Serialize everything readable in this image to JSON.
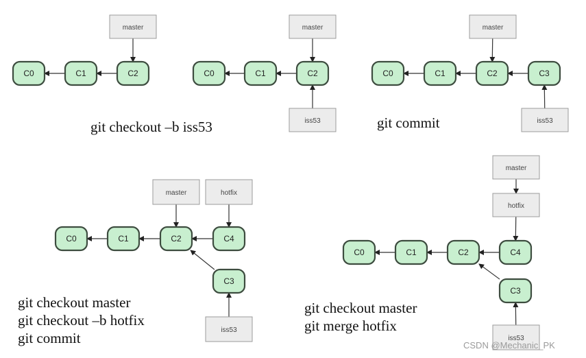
{
  "panels": [
    {
      "commits": [
        {
          "id": "c0",
          "label": "C0"
        },
        {
          "id": "c1",
          "label": "C1"
        },
        {
          "id": "c2",
          "label": "C2"
        }
      ],
      "refs": [
        {
          "id": "master",
          "label": "master"
        }
      ],
      "caption": [
        "git  checkout –b iss53"
      ]
    },
    {
      "commits": [
        {
          "id": "c0",
          "label": "C0"
        },
        {
          "id": "c1",
          "label": "C1"
        },
        {
          "id": "c2",
          "label": "C2"
        }
      ],
      "refs": [
        {
          "id": "master",
          "label": "master"
        },
        {
          "id": "iss53",
          "label": "iss53"
        }
      ],
      "caption": []
    },
    {
      "commits": [
        {
          "id": "c0",
          "label": "C0"
        },
        {
          "id": "c1",
          "label": "C1"
        },
        {
          "id": "c2",
          "label": "C2"
        },
        {
          "id": "c3",
          "label": "C3"
        }
      ],
      "refs": [
        {
          "id": "master",
          "label": "master"
        },
        {
          "id": "iss53",
          "label": "iss53"
        }
      ],
      "caption": [
        "git  commit"
      ]
    },
    {
      "commits": [
        {
          "id": "c0",
          "label": "C0"
        },
        {
          "id": "c1",
          "label": "C1"
        },
        {
          "id": "c2",
          "label": "C2"
        },
        {
          "id": "c4",
          "label": "C4"
        },
        {
          "id": "c3",
          "label": "C3"
        }
      ],
      "refs": [
        {
          "id": "master",
          "label": "master"
        },
        {
          "id": "hotfix",
          "label": "hotfix"
        },
        {
          "id": "iss53",
          "label": "iss53"
        }
      ],
      "caption": [
        "git checkout master",
        "git checkout –b hotfix",
        "git commit"
      ]
    },
    {
      "commits": [
        {
          "id": "c0",
          "label": "C0"
        },
        {
          "id": "c1",
          "label": "C1"
        },
        {
          "id": "c2",
          "label": "C2"
        },
        {
          "id": "c4",
          "label": "C4"
        },
        {
          "id": "c3",
          "label": "C3"
        }
      ],
      "refs": [
        {
          "id": "master",
          "label": "master"
        },
        {
          "id": "hotfix",
          "label": "hotfix"
        },
        {
          "id": "iss53",
          "label": "iss53"
        }
      ],
      "caption": [
        "git checkout master",
        "git merge hotfix"
      ]
    }
  ],
  "watermark": "CSDN @Mechanic_PK",
  "colors": {
    "commit_fill": "#c8efcf",
    "commit_stroke": "#3d4c3f",
    "ref_fill": "#ececec",
    "ref_stroke": "#9b9b9b"
  }
}
